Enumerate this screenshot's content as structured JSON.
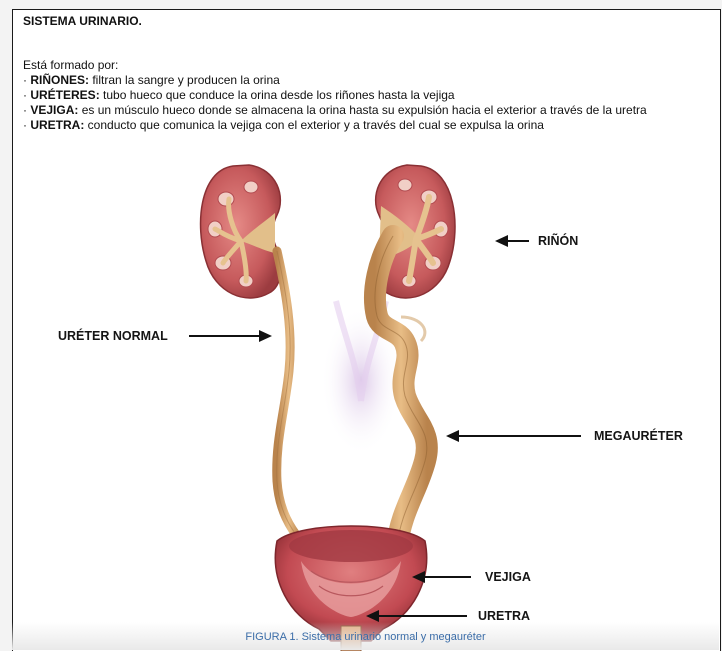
{
  "document": {
    "title": "SISTEMA URINARIO.",
    "intro": "Está formado por:",
    "items": [
      {
        "term": "RIÑONES:",
        "desc": " filtran la sangre y producen  la orina"
      },
      {
        "term": "URÉTERES:",
        "desc": " tubo  hueco que conduce  la orina desde los riñones  hasta la vejiga"
      },
      {
        "term": "VEJIGA:",
        "desc": " es un músculo hueco donde  se almacena la orina hasta su expulsión hacia el exterior a través de la uretra"
      },
      {
        "term": "URETRA:",
        "desc": " conducto que  comunica la vejiga con el exterior y a través del cual se expulsa la orina"
      }
    ],
    "bullet": "·"
  },
  "figure": {
    "labels": {
      "ureter_normal": "URÉTER NORMAL",
      "rinon": "RIÑÓN",
      "megaureter": "MEGAURÉTER",
      "vejiga": "VEJIGA",
      "uretra": "URETRA"
    },
    "caption": "FIGURA 1. Sistema urinario normal y megauréter"
  },
  "colors": {
    "kidney": "#c65a5c",
    "kidney_inner": "#e7b3a8",
    "ureter": "#d9a66a",
    "bladder": "#c9505a"
  }
}
